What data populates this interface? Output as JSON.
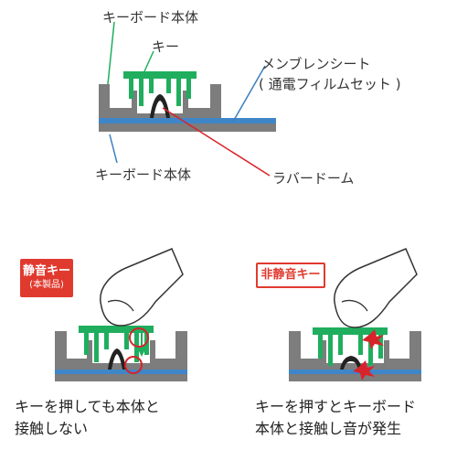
{
  "diagram": {
    "labels": {
      "keyboard_body_top": "キーボード本体",
      "key": "キー",
      "membrane_sheet": "メンブレンシート",
      "membrane_sheet_sub": "( 通電フィルムセット )",
      "keyboard_body_bottom": "キーボード本体",
      "rubber_dome": "ラバードーム"
    },
    "silent": {
      "badge_title": "静音キー",
      "badge_sub": "(本製品)",
      "caption_line1": "キーを押しても本体と",
      "caption_line2": "接触しない"
    },
    "non_silent": {
      "badge_title": "非静音キー",
      "caption_line1": "キーを押すとキーボード",
      "caption_line2": "本体と接触し音が発生"
    },
    "colors": {
      "key_green": "#1fae5e",
      "housing_gray": "#7d7d7d",
      "membrane_blue": "#3f86c8",
      "leader_red": "#d8232a",
      "badge_red": "#e03a2f",
      "leader_blue": "#3a7ec0"
    }
  }
}
